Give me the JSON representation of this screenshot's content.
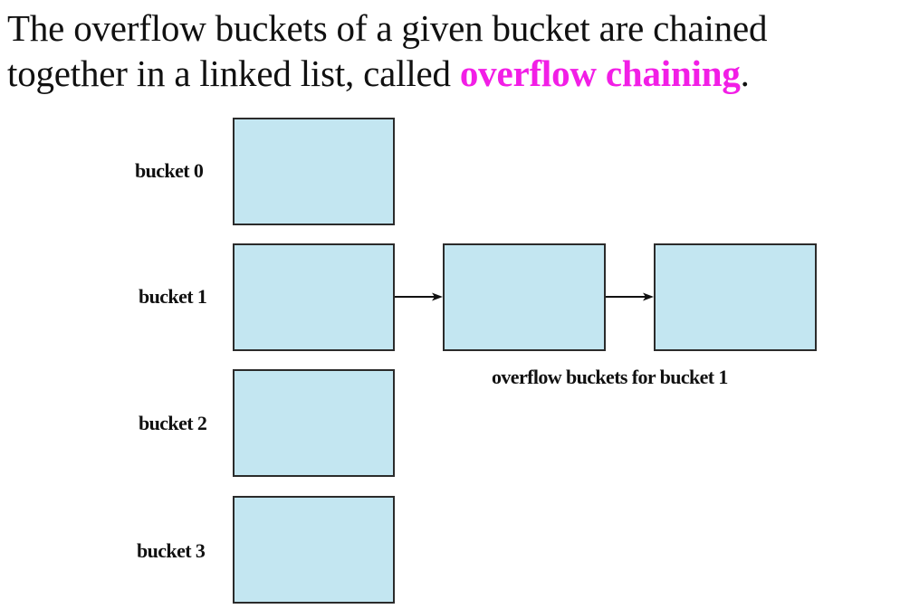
{
  "heading": {
    "line1": "The overflow buckets of a given bucket are chained",
    "line2_prefix": "together in a linked list, called ",
    "highlight": "overflow chaining",
    "line2_suffix": "."
  },
  "diagram": {
    "buckets": [
      "bucket 0",
      "bucket 1",
      "bucket 2",
      "bucket 3"
    ],
    "overflow_caption": "overflow buckets for bucket 1"
  },
  "colors": {
    "highlight": "#f21ee6",
    "box_fill": "#c3e6f1",
    "box_border": "#2b2b2b"
  }
}
